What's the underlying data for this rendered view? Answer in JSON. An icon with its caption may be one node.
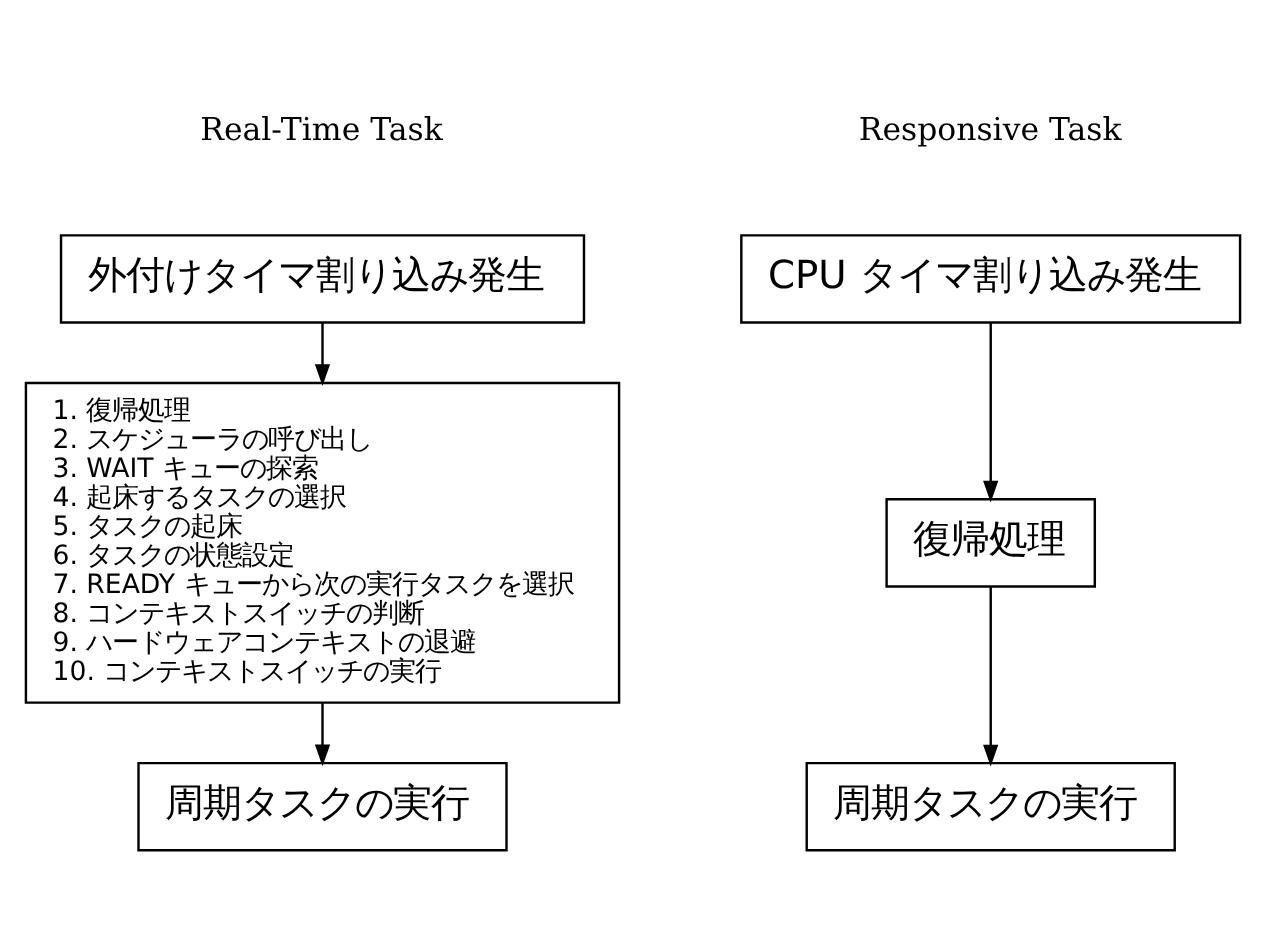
{
  "diagram": {
    "nodes": [
      {
        "text": [
          "外付けタイマ割り込み発生"
        ]
      },
      {
        "text": [
          "1. 復帰処理",
          "2. スケジューラの呼び出し",
          "3. WAIT キューの探索",
          "4. 起床するタスクの選択",
          "5. タスクの起床",
          "6. タスクの状態設定",
          "7. READY キューから次の実行タスクを選択",
          "8. コンテキストスイッチの判断",
          "9. ハードウェアコンテキストの退避",
          "10. コンテキストスイッチの実行"
        ]
      },
      {
        "text": [
          "周期タスクの実行"
        ]
      },
      {
        "text": [
          "CPU タイマ割り込み発生"
        ]
      },
      {
        "text": [
          "復帰処理"
        ]
      },
      {
        "text": [
          "周期タスクの実行"
        ]
      }
    ],
    "edges": [
      {
        "from": 0,
        "to": 1,
        "arrow": "to"
      },
      {
        "from": 1,
        "to": 2,
        "arrow": "to"
      },
      {
        "from": 3,
        "to": 4,
        "arrow": "to"
      },
      {
        "from": 4,
        "to": 5,
        "arrow": "to"
      }
    ],
    "labels": [
      "Real-Time Task",
      "Responsive Task"
    ]
  }
}
